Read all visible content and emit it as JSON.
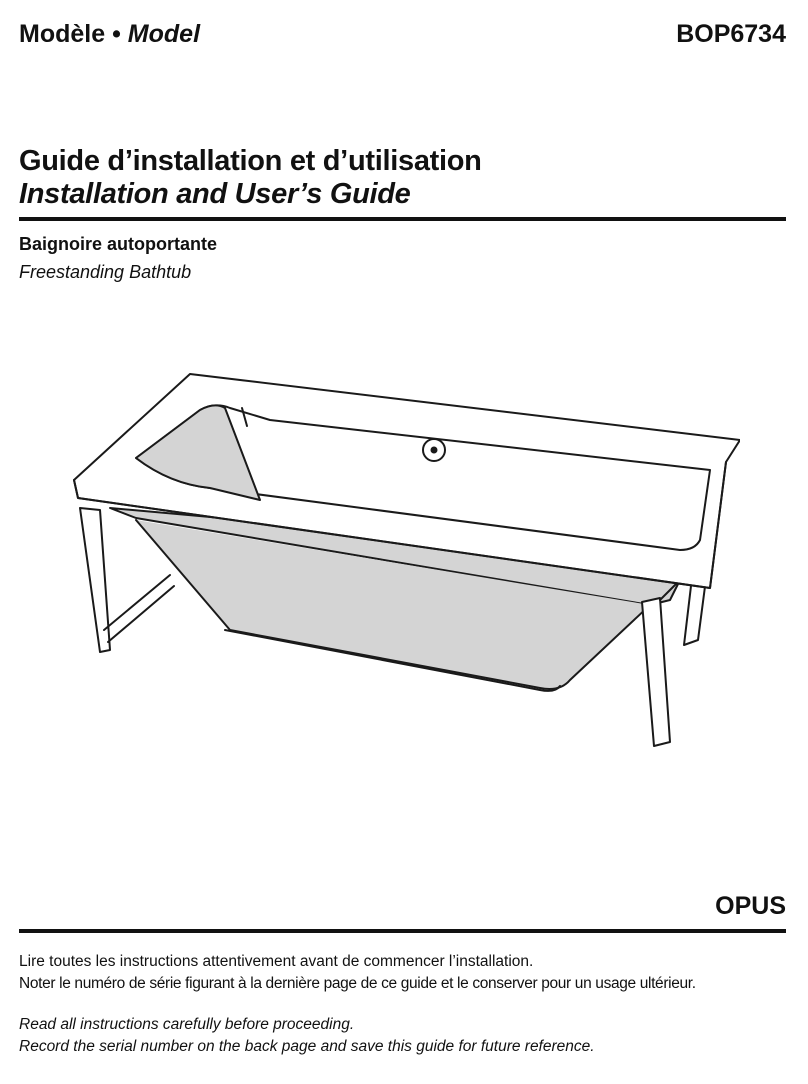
{
  "header": {
    "model_label_fr": "Modèle",
    "separator": "•",
    "model_label_en": "Model",
    "model_number": "BOP6734"
  },
  "title": {
    "fr": "Guide d’installation et d’utilisation",
    "en": "Installation and User’s Guide"
  },
  "subtitle": {
    "fr": "Baignoire autoportante",
    "en": "Freestanding Bathtub"
  },
  "brand": "OPUS",
  "notes": {
    "fr_line1": "Lire toutes les instructions attentivement avant de commencer l’installation.",
    "fr_line2": "Noter le numéro de série figurant à la dernière page de ce guide et le conserver pour un usage ultérieur.",
    "en_line1": "Read all instructions carefully before proceeding.",
    "en_line2": "Record the serial number on the back page and save this guide for future reference."
  },
  "colors": {
    "text": "#111111",
    "tub_interior": "#d4d4d4",
    "line": "#1a1a1a"
  }
}
